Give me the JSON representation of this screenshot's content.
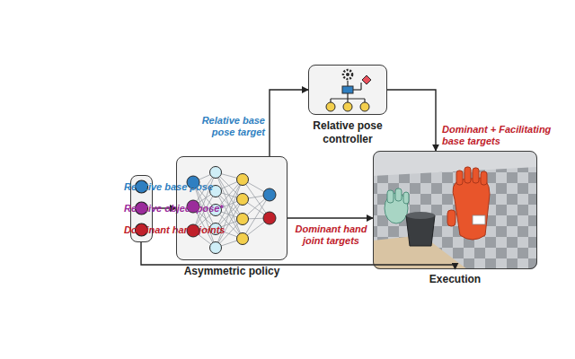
{
  "diagram": {
    "nodes": [
      {
        "text": [
          "Relative base pose",
          "Relative object pose*",
          "Dominant hand joints"
        ]
      },
      {
        "text": [
          "Asymmetric policy"
        ]
      },
      {
        "text": [
          "Relative pose controller"
        ]
      },
      {
        "text": [
          "Execution"
        ]
      }
    ],
    "edges": [
      {
        "from": 0,
        "to": 1,
        "arrow": "to"
      },
      {
        "from": 1,
        "to": 2,
        "arrow": "to",
        "label": "Relative base pose target"
      },
      {
        "from": 1,
        "to": 3,
        "arrow": "to",
        "label": "Dominant hand joint targets"
      },
      {
        "from": 2,
        "to": 3,
        "arrow": "to",
        "label": "Dominant + Facilitating base targets"
      },
      {
        "from": 3,
        "to": 0,
        "arrow": "to"
      }
    ]
  }
}
